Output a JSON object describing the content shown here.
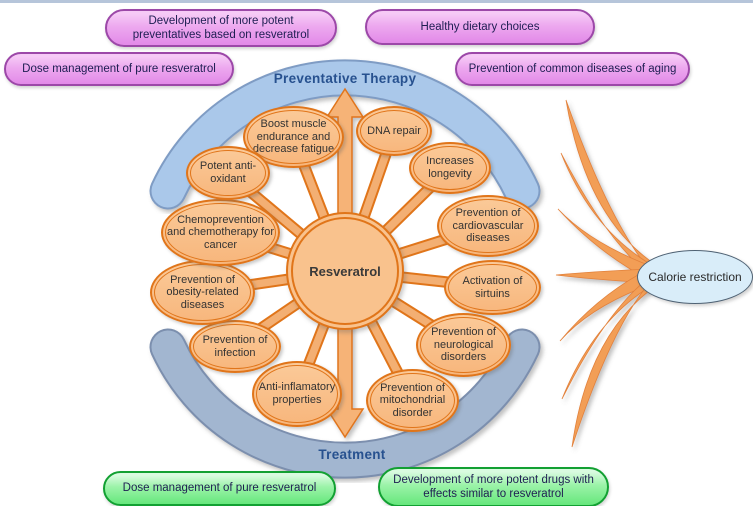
{
  "pink_boxes": [
    {
      "label": "Development of more potent preventatives based on resveratrol"
    },
    {
      "label": "Healthy dietary choices"
    },
    {
      "label": "Dose management of pure resveratrol"
    },
    {
      "label": "Prevention of common diseases of aging"
    }
  ],
  "green_boxes": [
    {
      "label": "Dose management of pure resveratrol"
    },
    {
      "label": "Development of more potent drugs with effects similar to resveratrol"
    }
  ],
  "arcs": {
    "top_label": "Preventative Therapy",
    "bottom_label": "Treatment"
  },
  "hub": {
    "label": "Resveratrol"
  },
  "nodes": [
    {
      "label": "Boost muscle endurance and decrease fatigue"
    },
    {
      "label": "DNA repair"
    },
    {
      "label": "Increases longevity"
    },
    {
      "label": "Prevention of cardiovascular diseases"
    },
    {
      "label": "Activation of sirtuins"
    },
    {
      "label": "Prevention of neurological disorders"
    },
    {
      "label": "Prevention of mitochondrial disorder"
    },
    {
      "label": "Anti-inflamatory properties"
    },
    {
      "label": "Prevention of infection"
    },
    {
      "label": "Prevention of obesity-related diseases"
    },
    {
      "label": "Chemoprevention and chemotherapy for cancer"
    },
    {
      "label": "Potent anti-oxidant"
    }
  ],
  "side": {
    "label": "Calorie restriction"
  },
  "colors": {
    "orange_border": "#e0751a",
    "orange_fill": "#f8bd85",
    "spoke_fill": "#f3af73",
    "pink_fill": "#eda9ef",
    "pink_border": "#9c48a8",
    "green_fill": "#9bf3a8",
    "green_border": "#12a032",
    "arc_top_fill": "#aac8ea",
    "arc_bottom_fill": "#a2b6d0",
    "arc_text": "#27518f",
    "calorie_fill": "#d9edf9",
    "tentacle_fill": "#f29e57"
  }
}
